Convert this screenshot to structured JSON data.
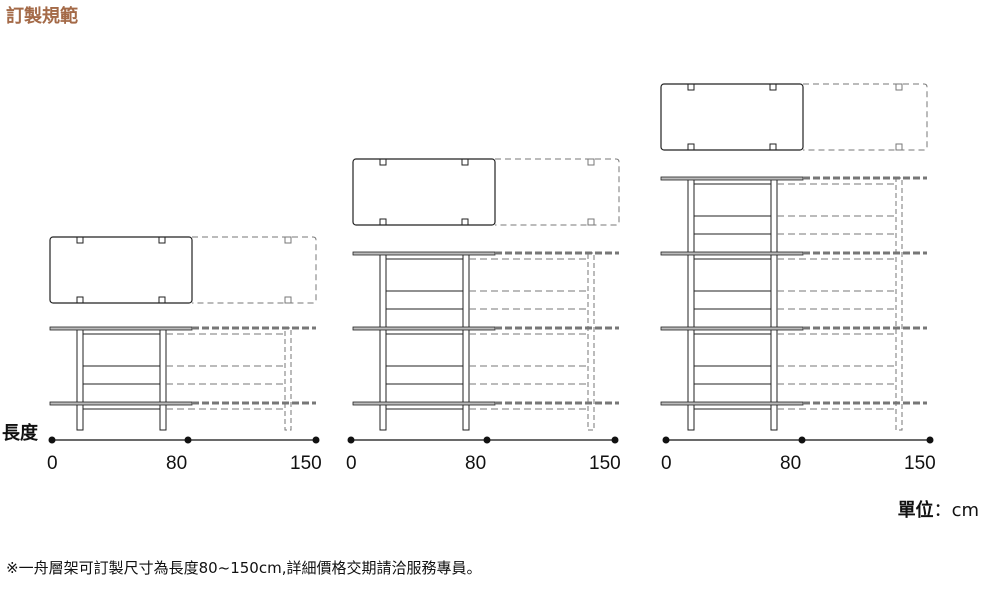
{
  "title": "訂製規範",
  "length_label": "長度",
  "diagrams": [
    {
      "name": "two-tier",
      "shelves": 2,
      "scale_labels": [
        "0",
        "80",
        "150"
      ]
    },
    {
      "name": "three-tier",
      "shelves": 3,
      "scale_labels": [
        "0",
        "80",
        "150"
      ]
    },
    {
      "name": "four-tier",
      "shelves": 4,
      "scale_labels": [
        "0",
        "80",
        "150"
      ]
    }
  ],
  "unit": {
    "label": "單位",
    "sep": "：",
    "value": "cm"
  },
  "note": "※一舟層架可訂製尺寸為長度80~150cm,詳細價格交期請洽服務專員。",
  "colors": {
    "title": "#a46a48",
    "line": "#222222",
    "dashed": "#777777"
  }
}
